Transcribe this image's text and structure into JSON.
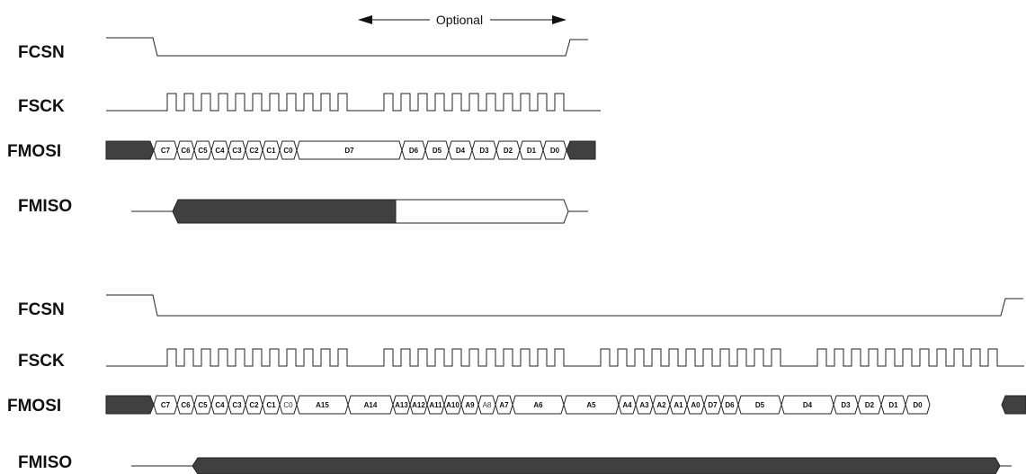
{
  "optional_label": "Optional",
  "diagrams": [
    {
      "signals": [
        "FCSN",
        "FSCK",
        "FMOSI",
        "FMISO"
      ],
      "mosi_cells": [
        "C7",
        "C6",
        "C5",
        "C4",
        "C3",
        "C2",
        "C1",
        "C0",
        "D7",
        "D6",
        "D5",
        "D4",
        "D3",
        "D2",
        "D1",
        "D0"
      ]
    },
    {
      "signals": [
        "FCSN",
        "FSCK",
        "FMOSI",
        "FMISO"
      ],
      "mosi_cells": [
        "C7",
        "C6",
        "C5",
        "C4",
        "C3",
        "C2",
        "C1",
        "C0",
        "A15",
        "A14",
        "A13",
        "A12",
        "A11",
        "A10",
        "A9",
        "A8",
        "A7",
        "A6",
        "A5",
        "A4",
        "A3",
        "A2",
        "A1",
        "A0",
        "D7",
        "D6",
        "D5",
        "D4",
        "D3",
        "D2",
        "D1",
        "D0"
      ]
    }
  ],
  "colors": {
    "line": "#222222",
    "fill_dark": "#404040"
  }
}
